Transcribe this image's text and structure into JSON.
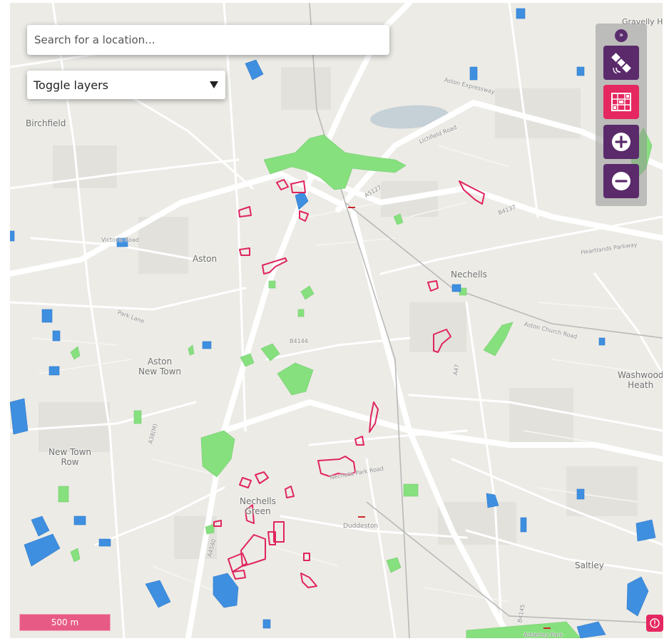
{
  "search": {
    "placeholder": "Search for a location..."
  },
  "layers": {
    "label": "Toggle layers"
  },
  "controls": {
    "collapse_glyph": "»",
    "buttons": [
      {
        "name": "satellite-view-button",
        "icon": "satellite-icon"
      },
      {
        "name": "map-view-button",
        "icon": "street-map-icon"
      },
      {
        "name": "zoom-in-button",
        "icon": "plus-icon"
      },
      {
        "name": "zoom-out-button",
        "icon": "minus-icon"
      }
    ]
  },
  "scale": {
    "label": "500 m"
  },
  "info": {
    "icon": "info-icon"
  },
  "colors": {
    "map_background": "#ecebe6",
    "green_space": "#86e07e",
    "blue_area": "#3f8fe0",
    "red_outline": "#e0245e",
    "accent_purple": "#5a2a6b",
    "accent_pink": "#e5285f"
  },
  "map": {
    "place_labels": [
      "Birchfield",
      "Aston",
      "Aston\nNew Town",
      "New Town\nRow",
      "Nechells",
      "Nechells\nGreen",
      "Washwood\nHeath",
      "Saltley",
      "Duddeston",
      "Gravelly Hill",
      "Aston Expressway",
      "Heartlands Parkway",
      "Aston Church Road",
      "Nechells Park Road",
      "Lichfield Road",
      "Park Lane",
      "Victoria Road",
      "B4144",
      "A38(M)",
      "A4540",
      "B4137",
      "A5127",
      "B4145",
      "A47",
      "Adderley Park"
    ]
  }
}
